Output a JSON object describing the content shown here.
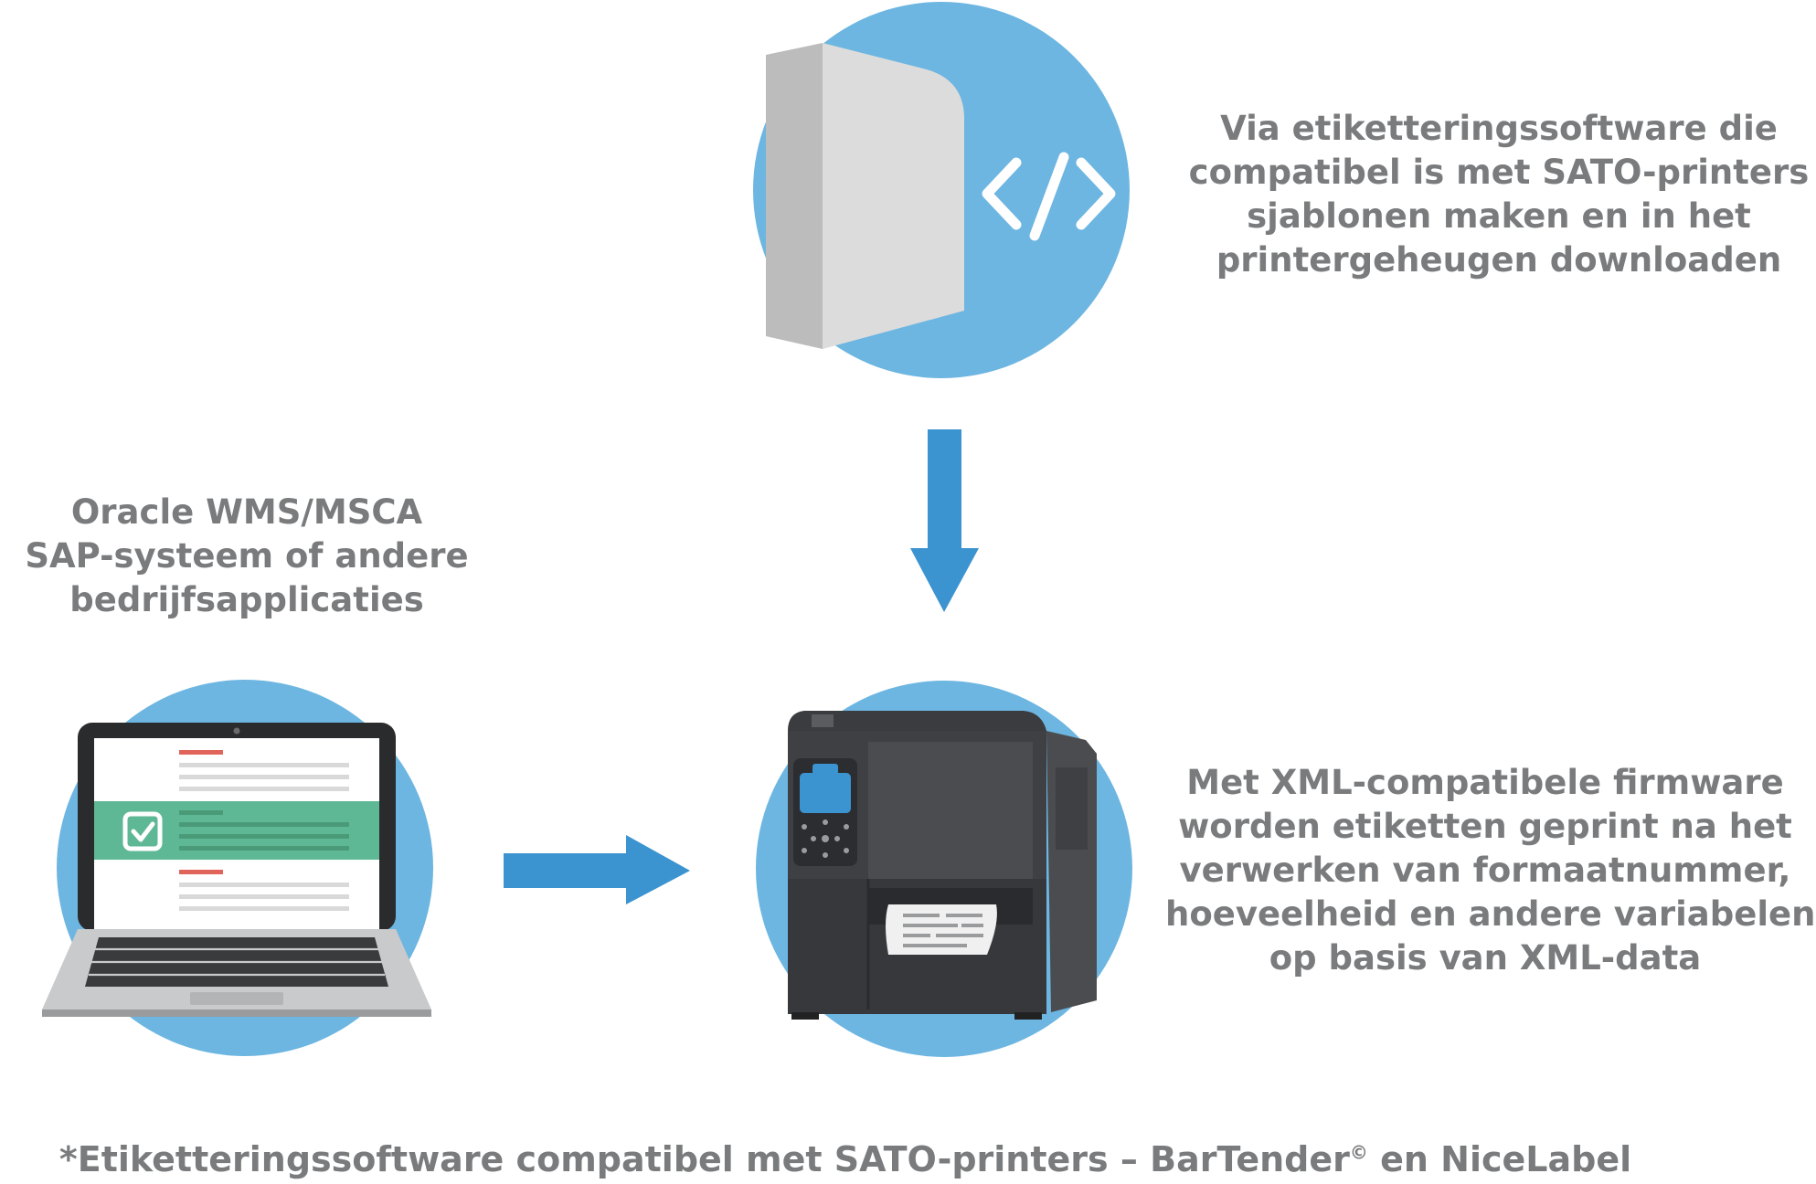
{
  "captions": {
    "software": [
      "Via etiketteringssoftware die",
      "compatibel is met SATO-printers",
      "sjablonen maken en in het",
      "printergeheugen downloaden"
    ],
    "erp": [
      "Oracle WMS/MSCA",
      "SAP-systeem of andere",
      "bedrijfsapplicaties"
    ],
    "firmware": [
      "Met XML-compatibele firmware",
      "worden etiketten geprint na het",
      "verwerken van formaatnummer,",
      "hoeveelheid en andere variabelen",
      "op basis van XML-data"
    ],
    "footnote": {
      "text_before": "*Etiketteringssoftware compatibel met SATO-printers – BarTender",
      "sup": "©",
      "text_after": " en NiceLabel"
    }
  },
  "colors": {
    "circle": "#6db6e1",
    "arrow": "#3b93d0",
    "text": "#7a7b7d",
    "check_band": "#5fb895",
    "accent_line": "#e0645a"
  },
  "icons": [
    "software-box-icon",
    "code-brackets-icon",
    "laptop-icon",
    "checkbox-icon",
    "label-printer-icon",
    "arrow-down-icon",
    "arrow-right-icon"
  ]
}
